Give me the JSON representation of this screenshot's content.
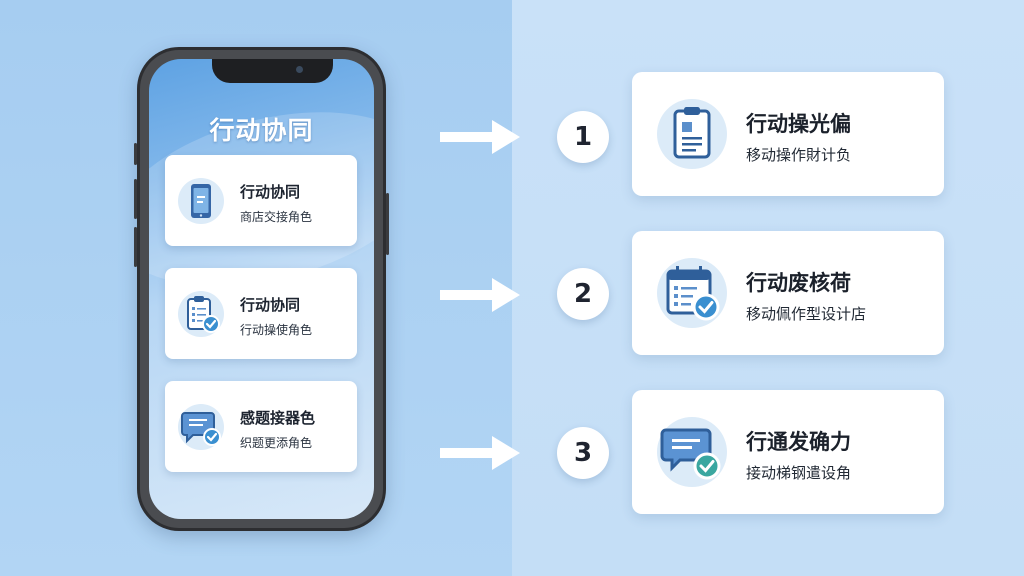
{
  "phone": {
    "title": "行动协同",
    "cards": [
      {
        "title": "行动协同",
        "subtitle": "商店交接角色",
        "icon": "smartphone-icon"
      },
      {
        "title": "行动协同",
        "subtitle": "行动操使角色",
        "icon": "clipboard-check-icon"
      },
      {
        "title": "感题接器色",
        "subtitle": "织题更添角色",
        "icon": "chat-check-icon"
      }
    ]
  },
  "steps": [
    {
      "number": "1",
      "title": "行动操光偏",
      "subtitle": "移动操作財计负",
      "icon": "clipboard-icon"
    },
    {
      "number": "2",
      "title": "行动废核荷",
      "subtitle": "移动佩作型设计店",
      "icon": "calendar-check-icon"
    },
    {
      "number": "3",
      "title": "行通发确力",
      "subtitle": "接动梯钢遣设角",
      "icon": "chat-check-icon"
    }
  ],
  "colors": {
    "accent": "#2f5f9a",
    "check": "#3aa7c9",
    "icon_bg": "#dcebf8"
  }
}
